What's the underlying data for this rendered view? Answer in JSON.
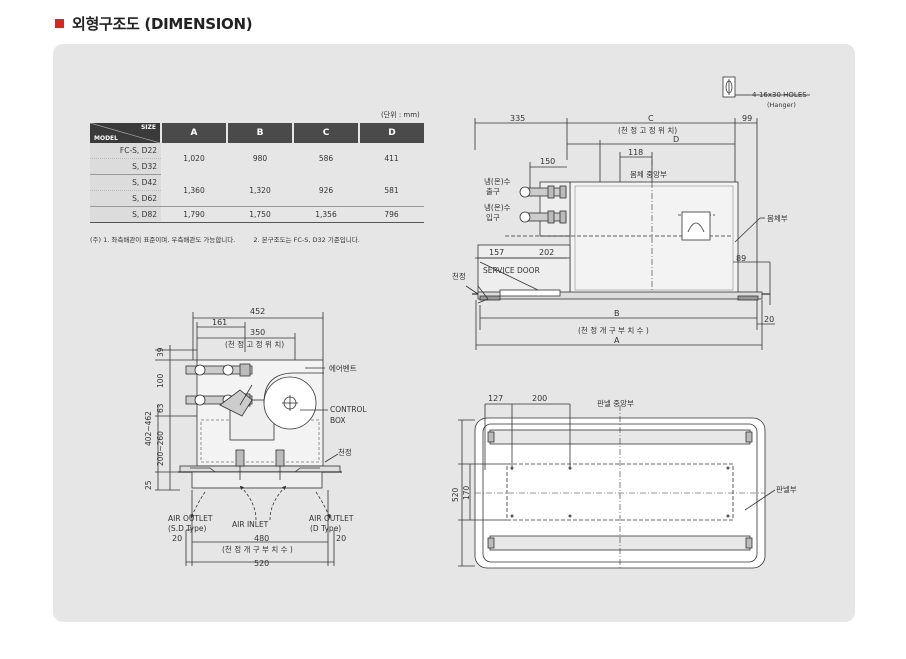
{
  "title": "외형구조도 (DIMENSION)",
  "table": {
    "unit": "(단위 : mm)",
    "header_size": "SIZE",
    "header_model": "MODEL",
    "columns": [
      "A",
      "B",
      "C",
      "D"
    ],
    "rows": [
      {
        "models": [
          "FC-S, D22",
          "S, D32"
        ],
        "values": [
          "1,020",
          "980",
          "586",
          "411"
        ]
      },
      {
        "models": [
          "S, D42",
          "S, D62"
        ],
        "values": [
          "1,360",
          "1,320",
          "926",
          "581"
        ]
      },
      {
        "models": [
          "S, D82"
        ],
        "values": [
          "1,790",
          "1,750",
          "1,356",
          "796"
        ]
      }
    ],
    "notes": [
      "(주) 1. 좌측배관이 표준이며, 우측배관도 가능합니다.",
      "2. 본구조도는 FC-S, D32 기준입니다."
    ]
  },
  "side_view": {
    "hanger": "4-16x30 HOLES",
    "hanger_sub": "(Hanger)",
    "dim_335": "335",
    "dim_C": "C",
    "dim_99": "99",
    "ceiling_fix_pos": "(천 정  고 정  위 치)",
    "dim_D": "D",
    "dim_150": "150",
    "dim_118": "118",
    "body_center": "몸체 중앙부",
    "supply_1": "냉(온)수",
    "supply_2": "출구",
    "return_1": "냉(온)수",
    "return_2": "입구",
    "body": "몸체부",
    "dim_157": "157",
    "dim_202": "202",
    "dim_89": "89",
    "ceiling": "천정",
    "service_door": "SERVICE DOOR",
    "dim_B": "B",
    "dim_20": "20",
    "ceiling_opening": "(천 정  개 구 부  치 수 )",
    "dim_A": "A"
  },
  "front_view": {
    "dim_452": "452",
    "dim_161": "161",
    "dim_350": "350",
    "ceiling_fix_pos": "(천 정  고 정  위 치)",
    "air_vent": "에어벤트",
    "control_box_1": "CONTROL",
    "control_box_2": "BOX",
    "ceiling": "천정",
    "v_39": "39",
    "v_100": "100",
    "v_63": "63",
    "v_402_462": "402~462",
    "v_200_260": "200~260",
    "v_25": "25",
    "outlet_left_1": "AIR OUTLET",
    "outlet_left_2": "(S.D Type)",
    "air_inlet": "AIR INLET",
    "outlet_right_1": "AIR OUTLET",
    "outlet_right_2": "(D Type)",
    "dim_20_left": "20",
    "dim_480": "480",
    "dim_20_right": "20",
    "ceiling_opening": "(천 정  개 구 부  치 수 )",
    "dim_520": "520"
  },
  "plan_view": {
    "dim_127": "127",
    "dim_200": "200",
    "panel_center": "판넬 중앙부",
    "panel": "판넬부",
    "v_520": "520",
    "v_170": "170"
  }
}
